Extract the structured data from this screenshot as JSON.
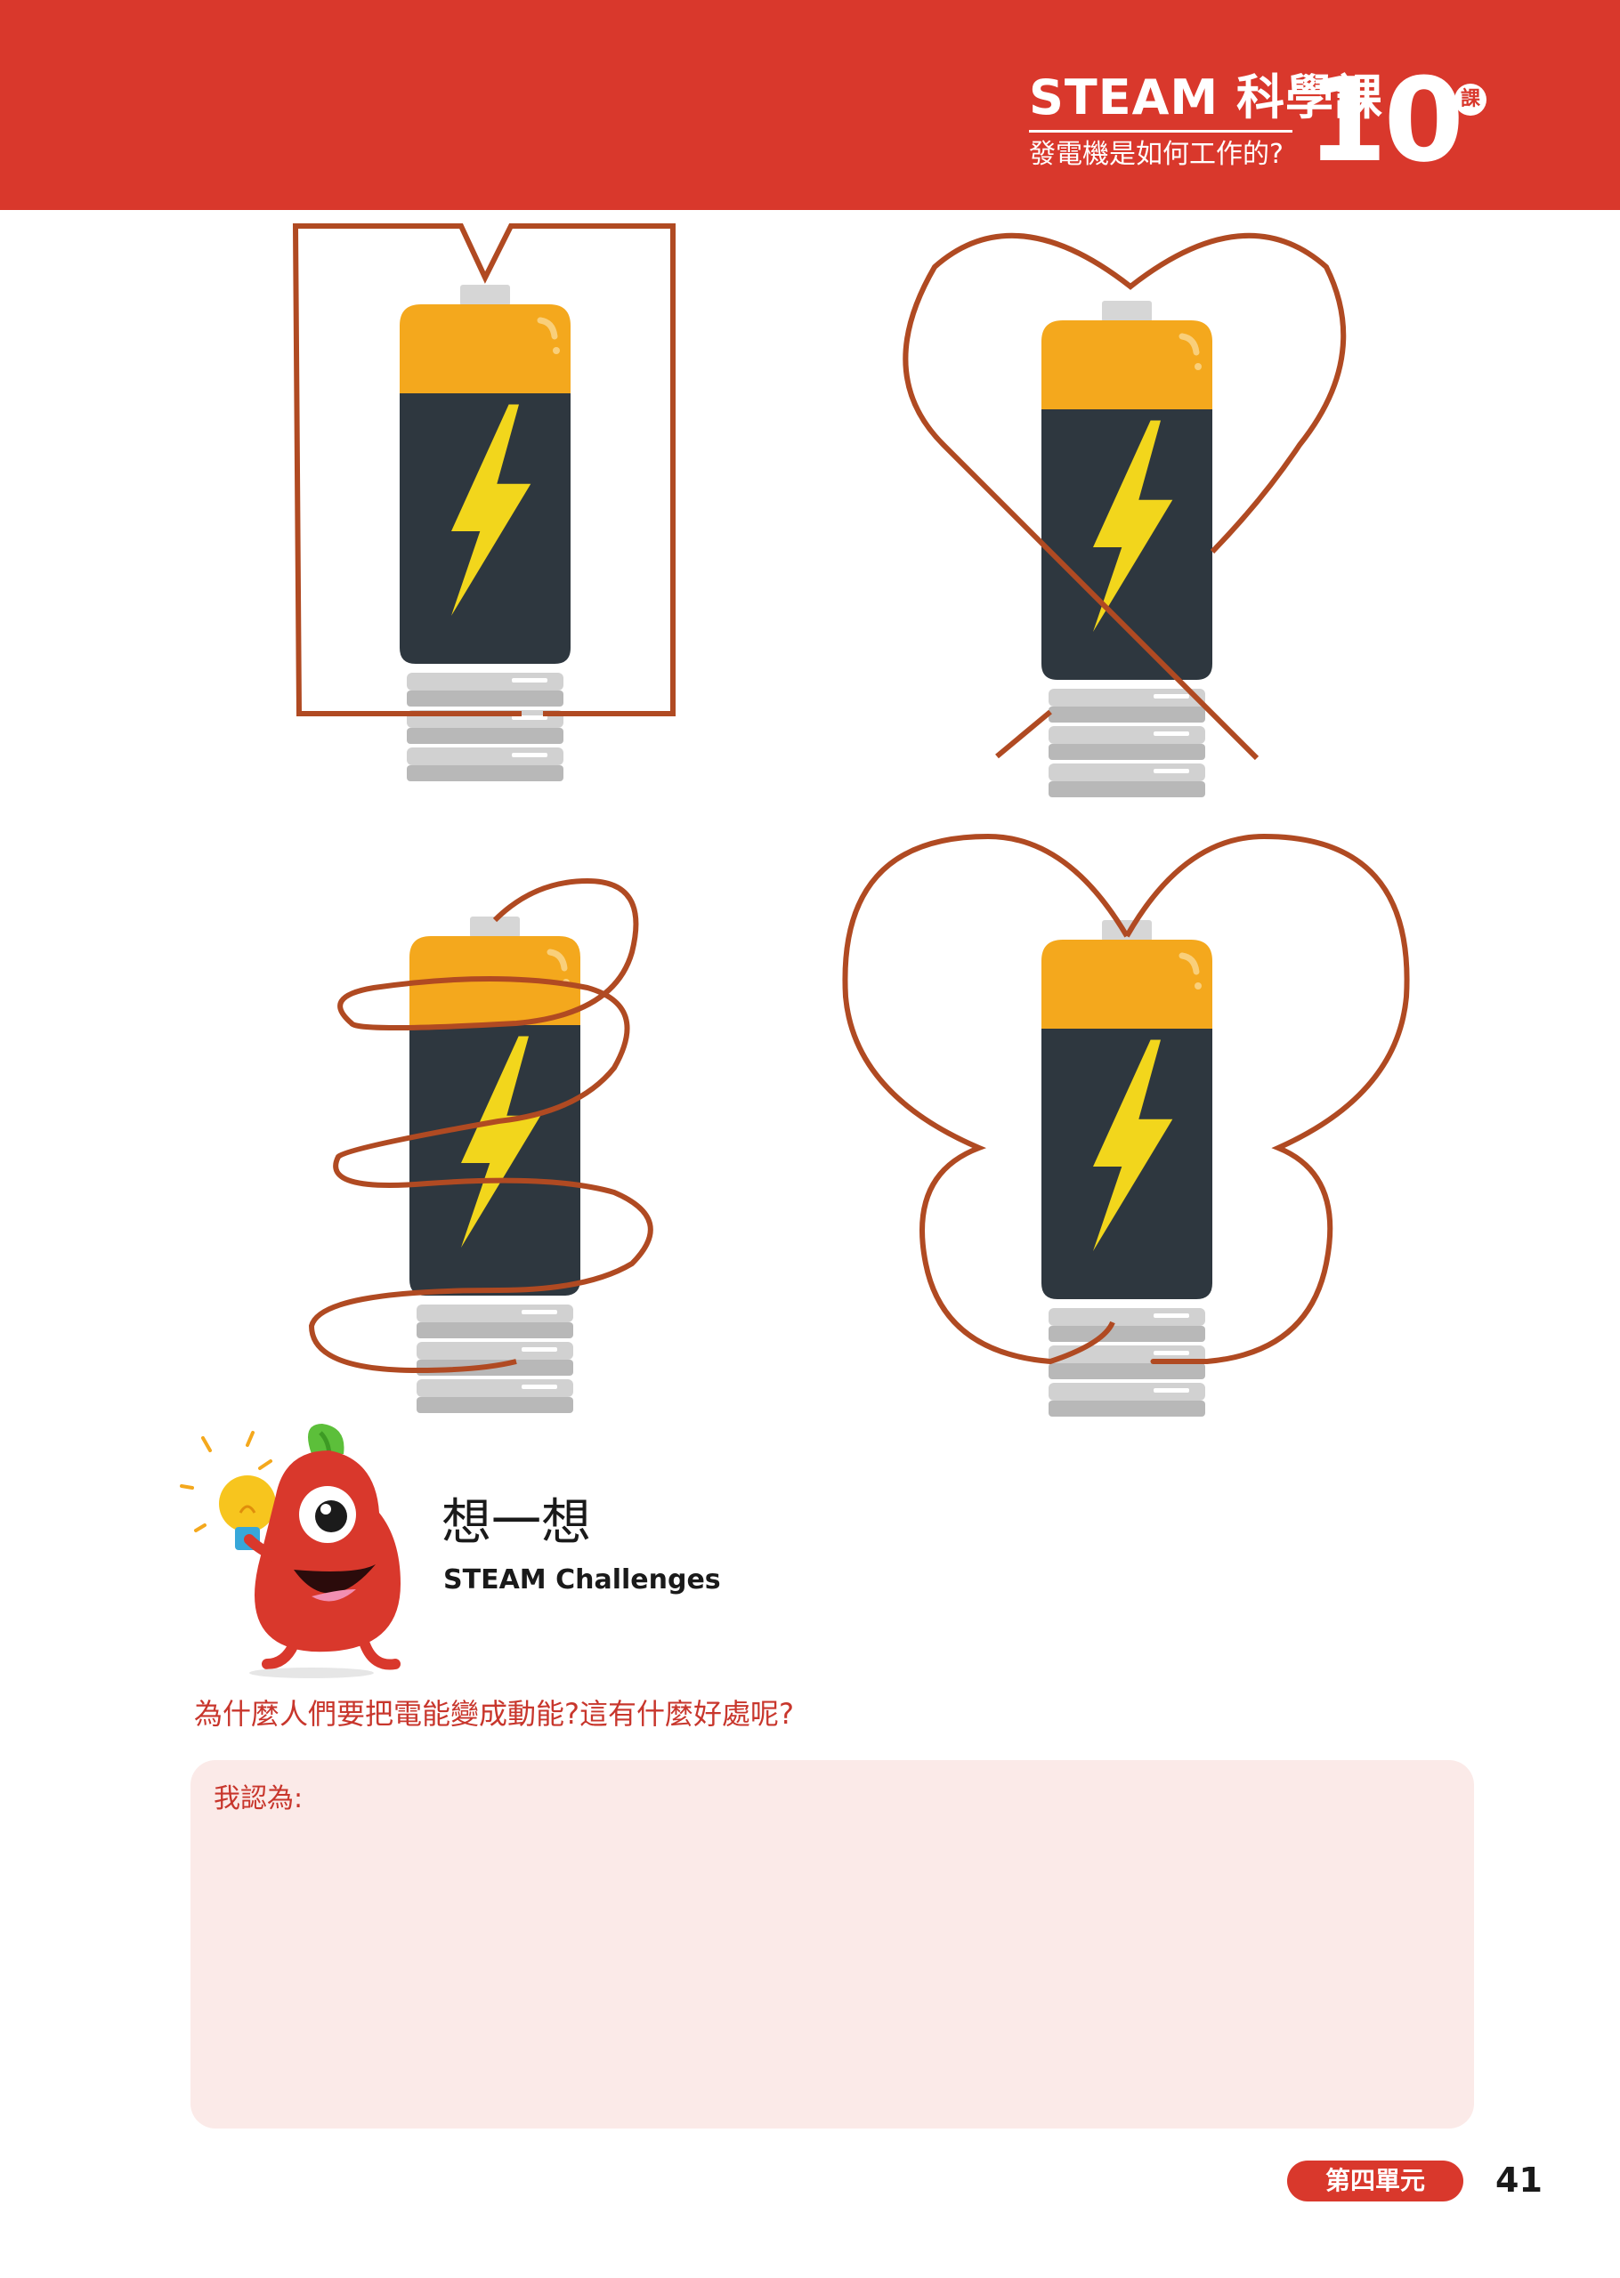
{
  "header": {
    "title": "STEAM 科學課",
    "subtitle": "發電機是如何工作的?",
    "lesson_number": "10",
    "lesson_badge": "課"
  },
  "illustrations": {
    "items": [
      {
        "icon": "battery-icon",
        "wire": "square-loop"
      },
      {
        "icon": "battery-icon",
        "wire": "heart-loop"
      },
      {
        "icon": "battery-icon",
        "wire": "spiral-coil"
      },
      {
        "icon": "battery-icon",
        "wire": "butterfly-loop"
      }
    ]
  },
  "think": {
    "title": "想一想",
    "subtitle": "STEAM Challenges",
    "question": "為什麼人們要把電能變成動能?這有什麼好處呢?",
    "answer_label": "我認為:"
  },
  "footer": {
    "unit_label": "第四單元",
    "page_number": "41"
  },
  "colors": {
    "header_red": "#d9382c",
    "battery_orange": "#f4a81d",
    "battery_body": "#2e373f",
    "bolt_yellow": "#f2d61c",
    "wire_brown": "#b04a22",
    "answer_bg": "#fbeae8"
  }
}
